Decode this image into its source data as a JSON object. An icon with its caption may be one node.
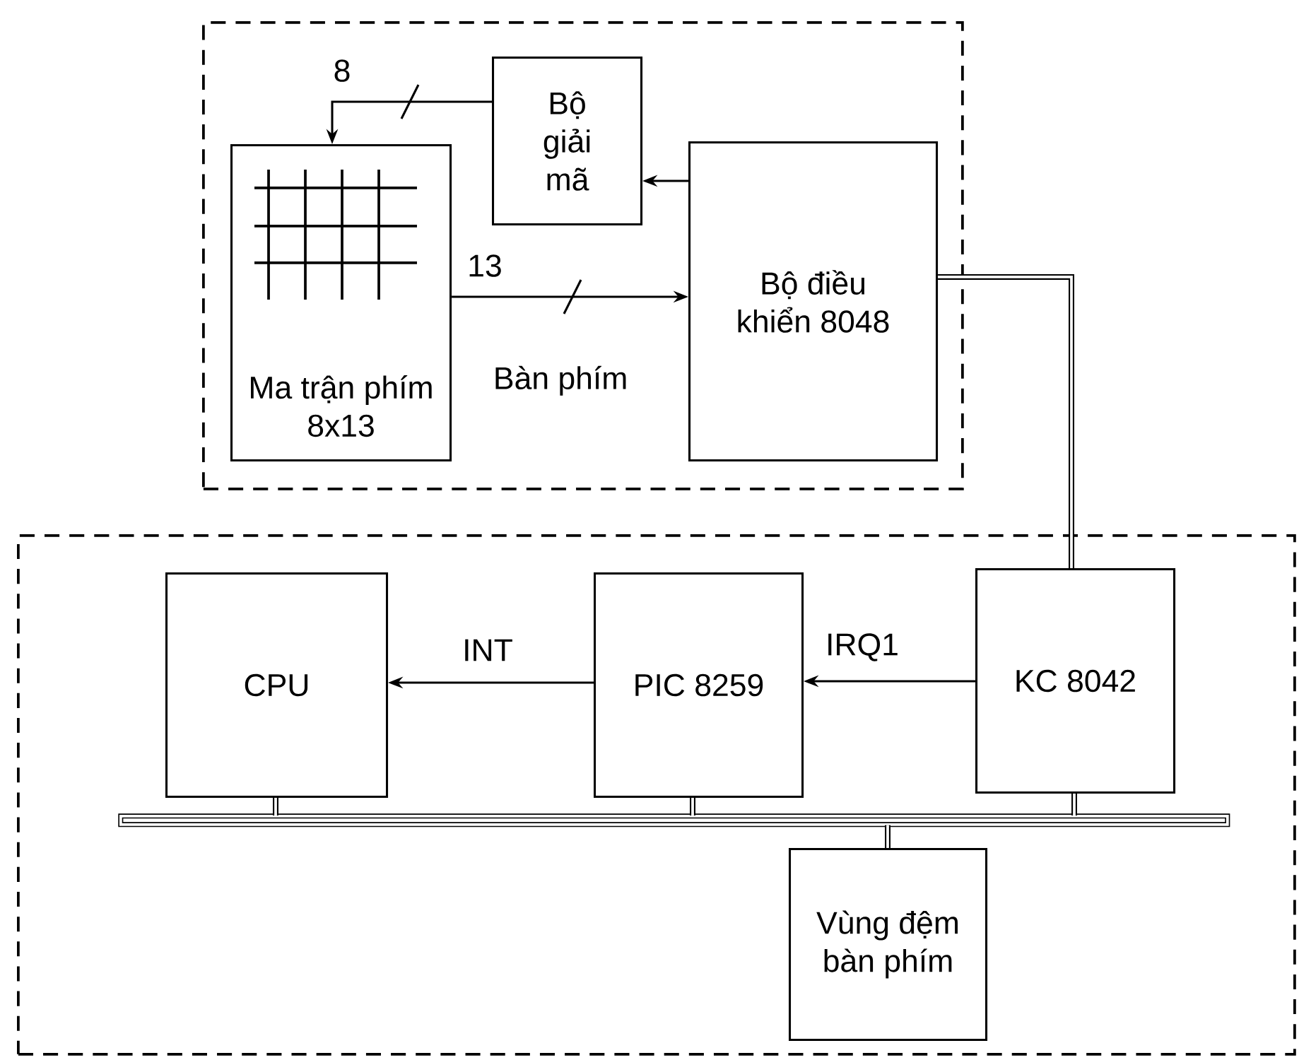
{
  "diagram": {
    "nodes": [
      {
        "text": [
          "Bàn phím"
        ]
      },
      {
        "text": [
          "Bộ giải mã"
        ],
        "in": 0
      },
      {
        "text": [
          "Ma trận phím 8x13"
        ],
        "in": 0
      },
      {
        "text": [
          "Bộ điều khiển 8048"
        ],
        "in": 0
      },
      {
        "text": [],
        "shape": "box"
      },
      {
        "text": [
          "CPU"
        ],
        "in": 4
      },
      {
        "text": [
          "PIC 8259"
        ],
        "in": 4
      },
      {
        "text": [
          "KC 8042"
        ],
        "in": 4
      },
      {
        "text": [
          "Vùng đệm bàn phím"
        ],
        "in": 4
      },
      {
        "text": [],
        "shape": "bar",
        "in": 4
      }
    ],
    "edges": [
      {
        "from": 1,
        "to": 2,
        "arrow": "to",
        "label": "8"
      },
      {
        "from": 3,
        "to": 1,
        "arrow": "to"
      },
      {
        "from": 2,
        "to": 3,
        "arrow": "to",
        "label": "13"
      },
      {
        "from": 3,
        "to": 7,
        "arrow": "none",
        "style": "thick"
      },
      {
        "from": 7,
        "to": 6,
        "arrow": "to",
        "label": "IRQ1"
      },
      {
        "from": 6,
        "to": 5,
        "arrow": "to",
        "label": "INT"
      },
      {
        "from": 5,
        "to": 9,
        "arrow": "none",
        "style": "thick"
      },
      {
        "from": 6,
        "to": 9,
        "arrow": "none",
        "style": "thick"
      },
      {
        "from": 7,
        "to": 9,
        "arrow": "none",
        "style": "thick"
      },
      {
        "from": 8,
        "to": 9,
        "arrow": "none",
        "style": "thick"
      }
    ]
  }
}
